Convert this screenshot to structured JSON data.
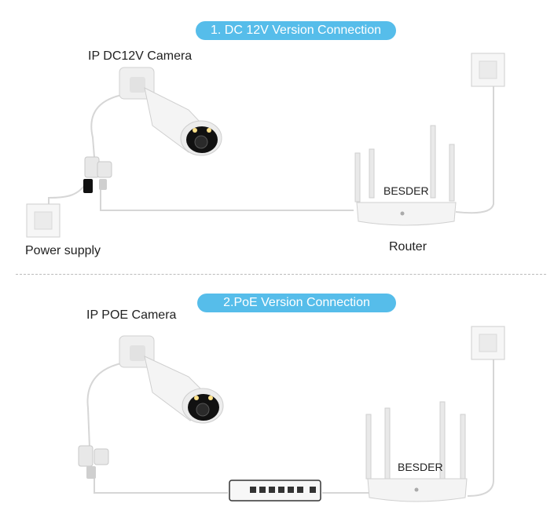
{
  "section1": {
    "title": "1. DC 12V Version Connection",
    "camera_label": "IP DC12V  Camera",
    "power_label": "Power supply",
    "router_brand": "BESDER",
    "router_label": "Router"
  },
  "section2": {
    "title": "2.PoE Version Connection",
    "camera_label": "IP POE Camera",
    "router_brand": "BESDER"
  },
  "colors": {
    "pill": "#56bdea",
    "cable": "#d6d6d6",
    "device": "#f2f2f2",
    "lens": "#111111"
  },
  "icons": [
    "bullet-camera-icon",
    "wall-outlet-icon",
    "wifi-router-icon",
    "poe-switch-icon",
    "power-plug-icon"
  ]
}
